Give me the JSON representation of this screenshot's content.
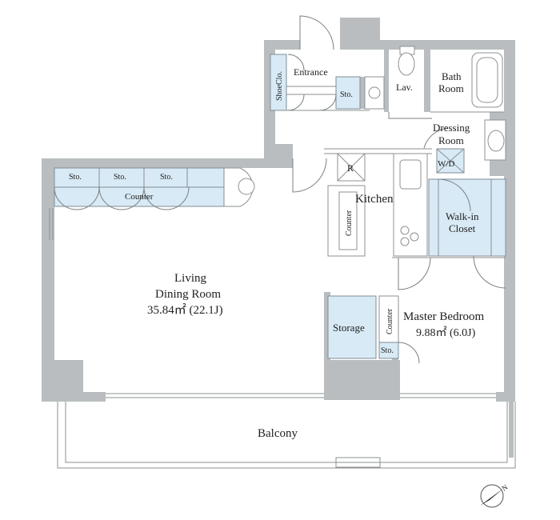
{
  "rooms": {
    "entrance": "Entrance",
    "shoe_closet": "ShoeClo.",
    "storage_small": "Sto.",
    "lavatory": "Lav.",
    "bath_line1": "Bath",
    "bath_line2": "Room",
    "dressing_line1": "Dressing",
    "dressing_line2": "Room",
    "wd": "W/D",
    "refrigerator": "R",
    "kitchen": "Kitchen",
    "kitchen_counter": "Counter",
    "walkin_line1": "Walk-in",
    "walkin_line2": "Closet",
    "storage_1": "Sto.",
    "storage_2": "Sto.",
    "storage_3": "Sto.",
    "counter_living": "Counter",
    "living_line1": "Living",
    "living_line2": "Dining Room",
    "living_area": "35.84㎡ (22.1J)",
    "storage_large": "Storage",
    "bedroom_counter": "Counter",
    "bedroom_sto": "Sto.",
    "master_line1": "Master Bedroom",
    "master_area": "9.88㎡ (6.0J)",
    "balcony": "Balcony"
  },
  "compass": {
    "north_label": "N"
  },
  "colors": {
    "wall": "#b9bdc0",
    "storage_fill": "#d8eaf5",
    "line": "#8b8f92"
  }
}
